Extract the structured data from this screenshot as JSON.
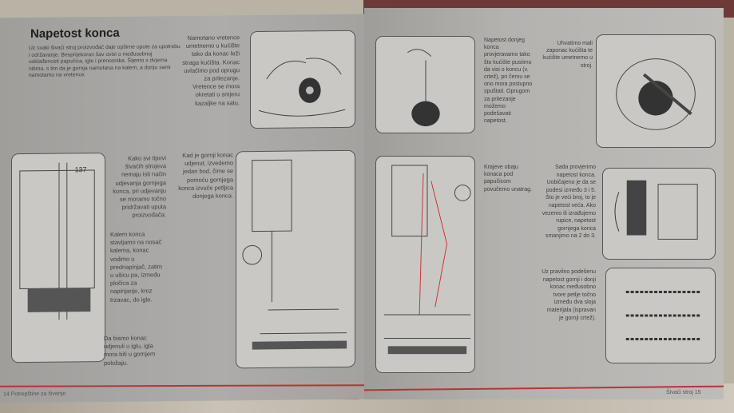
{
  "left_page": {
    "title": "Napetost konca",
    "intro": "Uz svaki šivaći stroj proizvođač daje opširne upute za upotrebu i održavanje. Besprijekoran šav ovisi o međusobnoj usklađenosti papučica, igle i prenosnika. Šijemo s dvjema nitima, s tim da je gornja namotana na kalem, a donju sami namotamo na vretence.",
    "text_bobbin": "Namotano vretence umetnemo u kućište tako da konac leži straga kućišta. Konac uvlačimo pod oprugu za pritezanje. Vretence se mora okretati u smjeru kazaljke na satu.",
    "text_types": "Kako svi tipovi šivaćih strojeva nemaju isti način udjevanja gornjega konca, pri udjevanju se moramo točno pridržavati uputa proizvođača.",
    "text_spool": "Kalem konca stavljamo na nosač kalema, konac vodimo u prednapinjač, zatim u ušicu pa, između pločica za napinjanje, kroz trzavac, do igle.",
    "text_needle": "Da bismo konac udjenuli u iglu, igla mora biti u gornjem položaju.",
    "text_stitch": "Kad je gornji konac udjenut, izvedemo jedan bod, čime se pomoću gornjega konca izvuče petljica donjega konca.",
    "diagram_label": "137",
    "footer": "14   Potrepštine za šivenje"
  },
  "right_page": {
    "text_lower_tension": "Napetost donjeg konca provjeravamo tako što kućište pustimo da visi o koncu (v. crtež), pri čemu se ono mora postupno spuštati. Oprugom za pritezanje možemo podešavati napetost.",
    "text_insert": "Uhvatimo mali zaponac kućišta te kućište umetnemo u stroj.",
    "text_pull": "Krajeve obaju konaca pod papučicom povučemo unatrag.",
    "text_check": "Sada provjerimo napetost konca. Uobičajeno je da se podesi između 3 i 5. Što je veći broj, to je napetost veća. Ako vezemo ili izrađujemo rupice, napetost gornjega konca smanjimo na 2 do 3.",
    "text_correct": "Uz pravilno podešenu napetost gornji i donji konac međusobno tvore petlje točno između dva sloja materijala (ispravan je gornji crtež).",
    "footer": "Šivaći stroj   15"
  }
}
